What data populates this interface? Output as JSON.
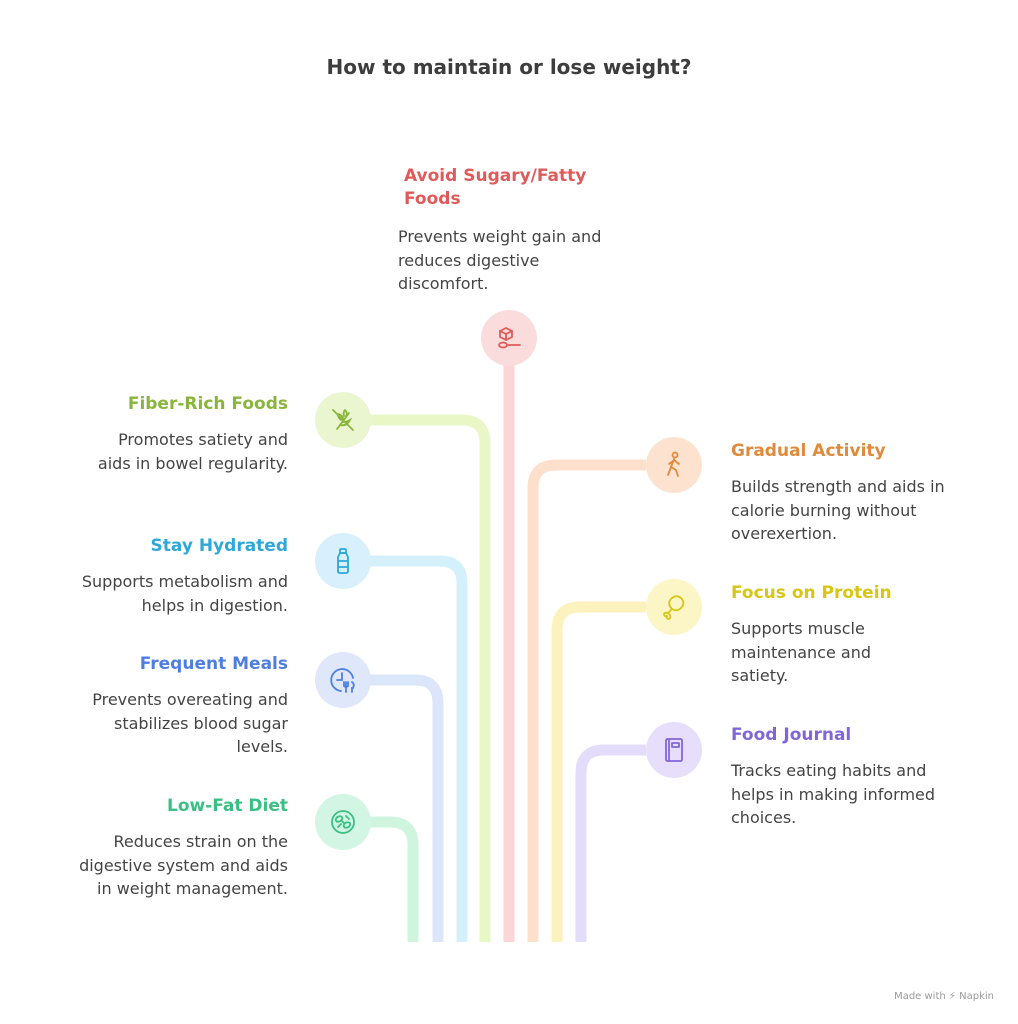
{
  "title": "How to maintain or lose weight?",
  "footer": {
    "made_with": "Made with",
    "brand": "Napkin"
  },
  "items": {
    "avoid": {
      "title": "Avoid Sugary/Fatty Foods",
      "desc": "Prevents weight gain and reduces digestive discomfort.",
      "color": "#e05a5a",
      "tint": "#fbdcdc",
      "icon": "sugar-cube-spoon-icon"
    },
    "fiber": {
      "title": "Fiber-Rich Foods",
      "desc": "Promotes satiety and aids in bowel regularity.",
      "color": "#8ab53c",
      "tint": "#eaf6cf",
      "icon": "wheat-crossed-icon"
    },
    "hydrated": {
      "title": "Stay Hydrated",
      "desc": "Supports metabolism and helps in digestion.",
      "color": "#2ea8d8",
      "tint": "#d7f0fb",
      "icon": "water-bottle-icon"
    },
    "meals": {
      "title": "Frequent Meals",
      "desc": "Prevents overeating and stabilizes blood sugar levels.",
      "color": "#4e7fe0",
      "tint": "#dfe8fb",
      "icon": "clock-utensils-icon"
    },
    "lowfat": {
      "title": "Low-Fat Diet",
      "desc": "Reduces strain on the digestive system and aids in weight management.",
      "color": "#39c083",
      "tint": "#d3f5e4",
      "icon": "salad-bowl-icon"
    },
    "activity": {
      "title": "Gradual Activity",
      "desc": "Builds strength and aids in calorie burning without overexertion.",
      "color": "#e08a3c",
      "tint": "#fde3cf",
      "icon": "walking-person-icon"
    },
    "protein": {
      "title": "Focus on Protein",
      "desc": "Supports muscle maintenance and satiety.",
      "color": "#d8c514",
      "tint": "#fcf5c6",
      "icon": "drumstick-icon"
    },
    "journal": {
      "title": "Food Journal",
      "desc": "Tracks eating habits and helps in making informed choices.",
      "color": "#8266d8",
      "tint": "#e6defa",
      "icon": "notebook-icon"
    }
  }
}
